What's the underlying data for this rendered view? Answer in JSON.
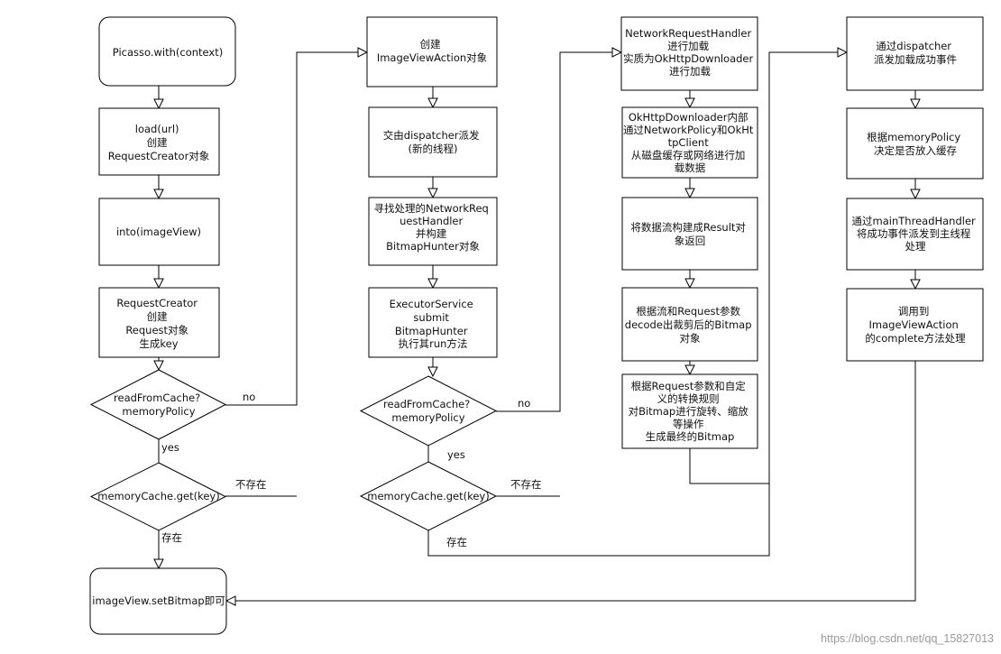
{
  "flowchart": {
    "nodes": {
      "start": "Picasso.with(context)",
      "load": [
        "load(url)",
        "创建",
        "RequestCreator对象"
      ],
      "into": "into(imageView)",
      "creator": [
        "RequestCreator",
        "创建",
        "Request对象",
        "生成key"
      ],
      "readcache1": [
        "readFromCache?",
        "memoryPolicy"
      ],
      "memget1": "memoryCache.get(key)",
      "end": "imageView.setBitmap即可",
      "action": [
        "创建",
        "ImageViewAction对象"
      ],
      "dispatch": [
        "交由dispatcher派发",
        "(新的线程)"
      ],
      "hunter": [
        "寻找处理的NetworkReq",
        "uestHandler",
        "并构建",
        "BitmapHunter对象"
      ],
      "executor": [
        "ExecutorService",
        "submit",
        "BitmapHunter",
        "执行其run方法"
      ],
      "readcache2": [
        "readFromCache?",
        "memoryPolicy"
      ],
      "memget2": "memoryCache.get(key)",
      "nrh": [
        "NetworkRequestHandler",
        "进行加载",
        "实质为OkHttpDownloader",
        "进行加载"
      ],
      "okhttp": [
        "OkHttpDownloader内部",
        "通过NetworkPolicy和OkHt",
        "tpClient",
        "从磁盘缓存或网络进行加",
        "载数据"
      ],
      "result": [
        "将数据流构建成Result对",
        "象返回"
      ],
      "decode": [
        "根据流和Request参数",
        "decode出裁剪后的Bitmap",
        "对象"
      ],
      "transform": [
        "根据Request参数和自定",
        "义的转换规则",
        "对Bitmap进行旋转、缩放",
        "等操作",
        "生成最终的Bitmap"
      ],
      "dispatchSuccess": [
        "通过dispatcher",
        "派发加载成功事件"
      ],
      "memPolicy": [
        "根据memoryPolicy",
        "决定是否放入缓存"
      ],
      "mainHandler": [
        "通过mainThreadHandler",
        "将成功事件派发到主线程",
        "处理"
      ],
      "complete": [
        "调用到",
        "ImageViewAction",
        "的complete方法处理"
      ]
    },
    "edge_labels": {
      "no": "no",
      "yes": "yes",
      "not_exist": "不存在",
      "exist": "存在"
    }
  },
  "watermark": "https://blog.csdn.net/qq_15827013",
  "colors": {
    "stroke": "#000000",
    "fill": "#ffffff",
    "text": "#111111",
    "watermark": "#9a9a9a"
  }
}
